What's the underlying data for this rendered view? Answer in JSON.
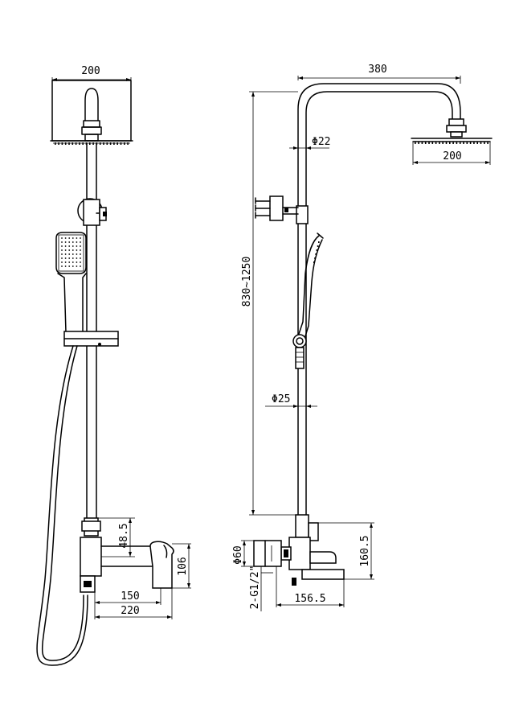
{
  "front_view": {
    "head_width": "200",
    "outlet_height": "48.5",
    "mixer_height": "106",
    "spout_reach": "150",
    "mixer_depth": "220"
  },
  "side_view": {
    "arm_length": "380",
    "riser_diameter": "Φ22",
    "height_range": "830~1250",
    "head_width": "200",
    "lower_pipe_diameter": "Φ25",
    "spout_height": "160.5",
    "cover_diameter": "Φ60",
    "connection_thread": "2-G1/2\"",
    "mixer_projection": "156.5"
  }
}
